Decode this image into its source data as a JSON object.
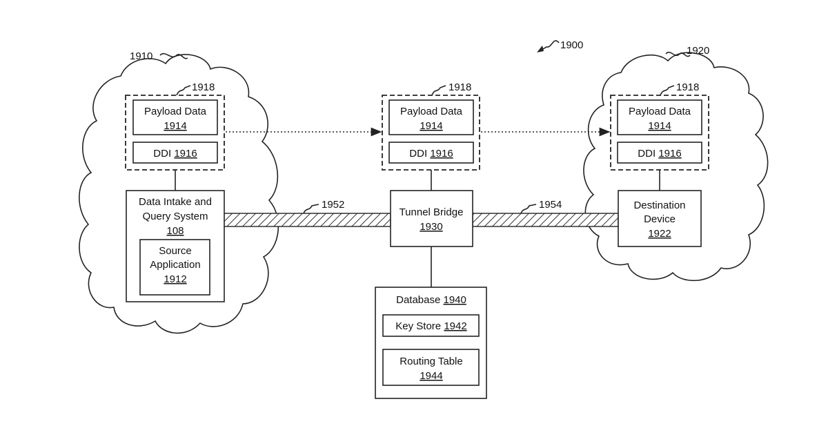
{
  "figure_ref": "1900",
  "cloud_left": {
    "ref": "1910"
  },
  "cloud_right": {
    "ref": "1920"
  },
  "packet": {
    "ref": "1918",
    "payload_label": "Payload Data",
    "payload_ref": "1914",
    "ddi_label": "DDI",
    "ddi_ref": "1916"
  },
  "intake": {
    "line1": "Data Intake and",
    "line2": "Query System",
    "ref": "108",
    "source_line1": "Source",
    "source_line2": "Application",
    "source_ref": "1912"
  },
  "tunnel_bridge": {
    "label": "Tunnel Bridge",
    "ref": "1930"
  },
  "tunnel_left": {
    "ref": "1952"
  },
  "tunnel_right": {
    "ref": "1954"
  },
  "destination": {
    "line1": "Destination",
    "line2": "Device",
    "ref": "1922"
  },
  "database": {
    "label": "Database",
    "ref": "1940",
    "keystore_label": "Key Store",
    "keystore_ref": "1942",
    "routing_line1": "Routing Table",
    "routing_ref": "1944"
  }
}
